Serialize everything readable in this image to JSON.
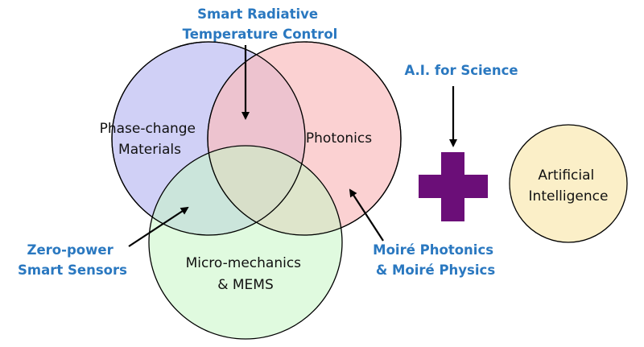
{
  "circles": {
    "phase_change": {
      "lines": [
        "Phase-change",
        "Materials"
      ],
      "fill": "#c8c8f4"
    },
    "photonics": {
      "lines": [
        "Photonics"
      ],
      "fill": "#f9bdbf"
    },
    "mems": {
      "lines": [
        "Micro-mechanics",
        "& MEMS"
      ],
      "fill": "#c6f5c4"
    },
    "ai": {
      "lines": [
        "Artificial",
        "Intelligence"
      ],
      "fill": "#fbefc8"
    }
  },
  "callouts": {
    "radiative": [
      "Smart Radiative",
      "Temperature Control"
    ],
    "ai_science": [
      "A.I. for Science"
    ],
    "sensors": [
      "Zero-power",
      "Smart Sensors"
    ],
    "moire": [
      "Moiré Photonics",
      "& Moiré Physics"
    ]
  },
  "colors": {
    "callout_text": "#2a78c0",
    "plus": "#6b0e78",
    "stroke": "#000000",
    "arrow": "#000000"
  }
}
